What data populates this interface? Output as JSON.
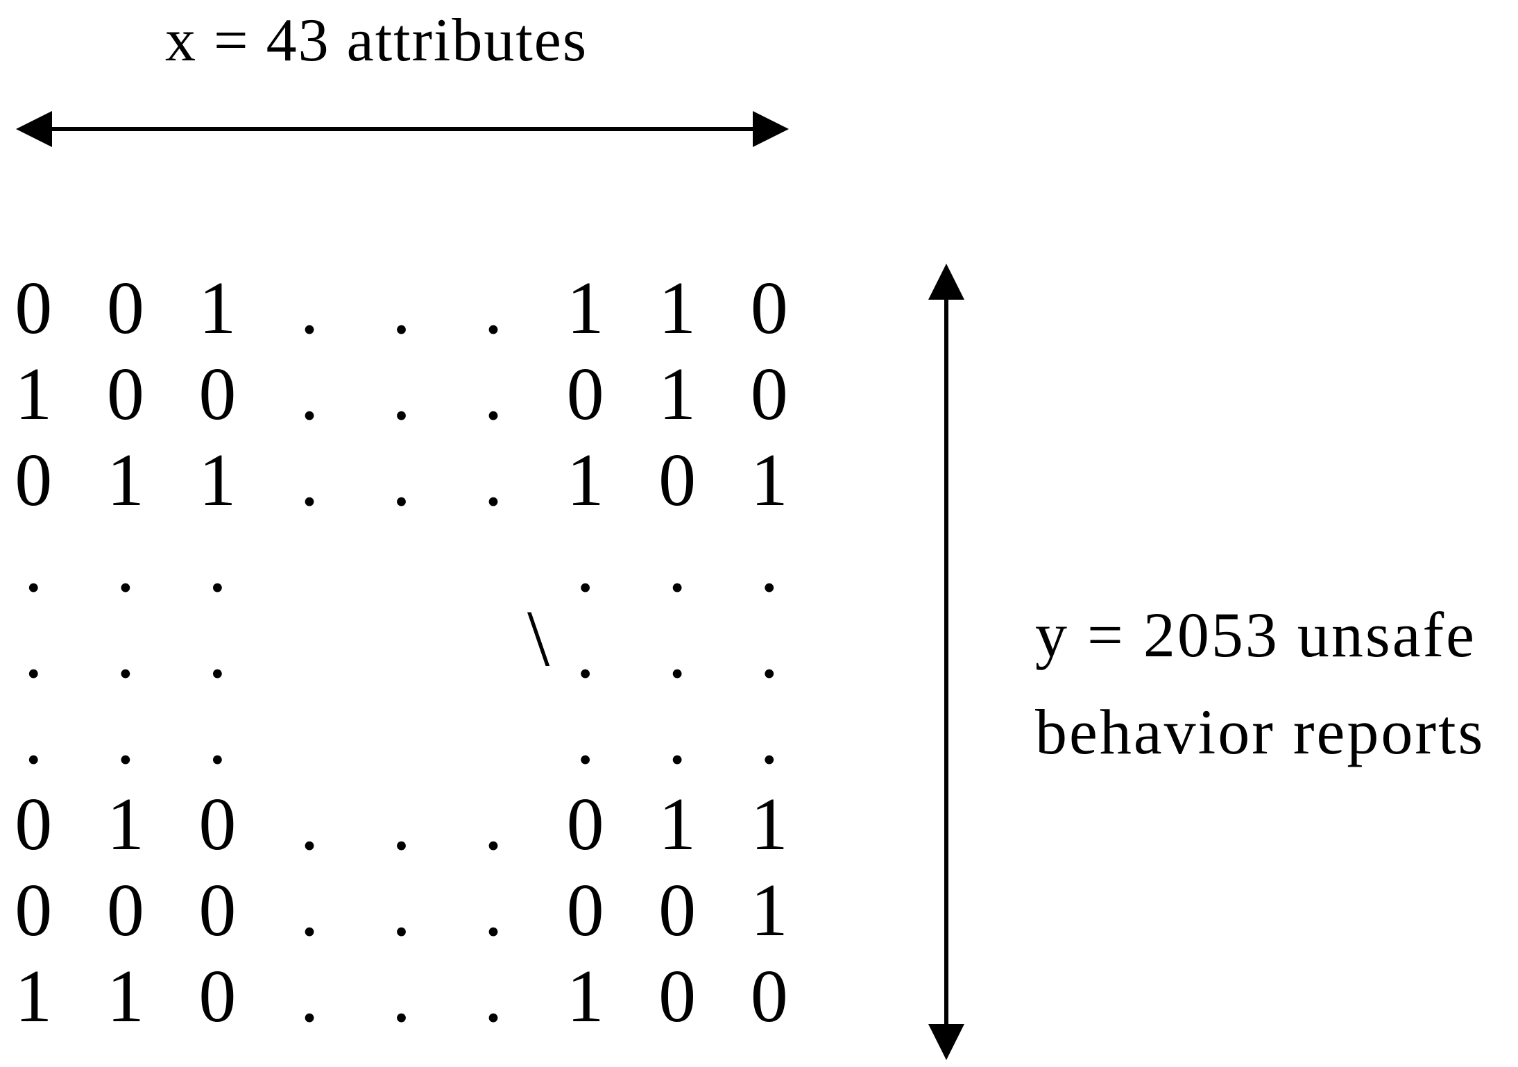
{
  "canvas": {
    "background_color": "#ffffff",
    "ink_color": "#000000"
  },
  "x_dimension": {
    "label": "x = 43 attributes",
    "count": "43",
    "unit": "attributes"
  },
  "y_dimension": {
    "label_line1": "y = 2053 unsafe",
    "label_line2": "behavior reports",
    "count": "2053",
    "unit": "unsafe behavior reports"
  },
  "matrix": {
    "rows": [
      [
        "0",
        "0",
        "1",
        ".",
        ".",
        ".",
        "1",
        "1",
        "0"
      ],
      [
        "1",
        "0",
        "0",
        ".",
        ".",
        ".",
        "0",
        "1",
        "0"
      ],
      [
        "0",
        "1",
        "1",
        ".",
        ".",
        ".",
        "1",
        "0",
        "1"
      ],
      [
        ".",
        ".",
        ".",
        "",
        "",
        "",
        ".",
        ".",
        "."
      ],
      [
        ".",
        ".",
        ".",
        "",
        "",
        "",
        ".",
        ".",
        "."
      ],
      [
        ".",
        ".",
        ".",
        "",
        "",
        "",
        ".",
        ".",
        "."
      ],
      [
        "0",
        "1",
        "0",
        ".",
        ".",
        ".",
        "0",
        "1",
        "1"
      ],
      [
        "0",
        "0",
        "0",
        ".",
        ".",
        ".",
        "0",
        "0",
        "1"
      ],
      [
        "1",
        "1",
        "0",
        ".",
        ".",
        ".",
        "1",
        "0",
        "0"
      ]
    ],
    "diagonal_ellipsis": "\\"
  }
}
